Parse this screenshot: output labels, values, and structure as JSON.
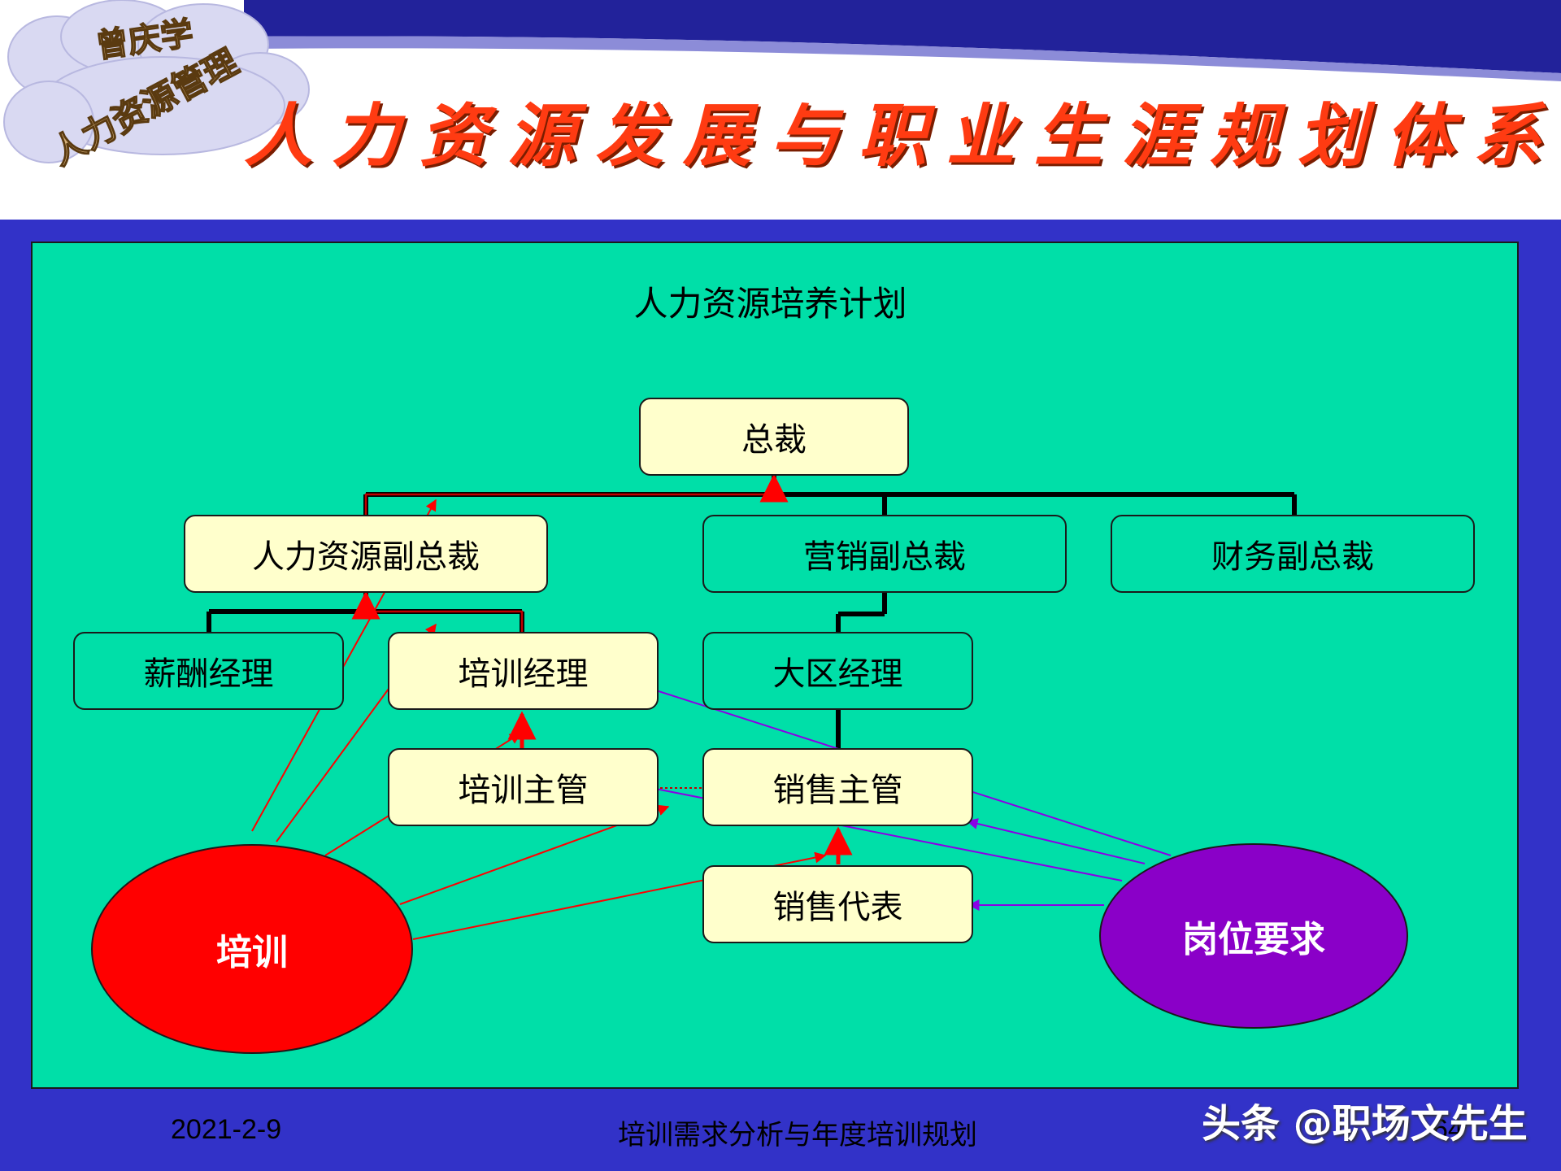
{
  "header": {
    "logo_text_line1": "曾庆学",
    "logo_text_line2": "人力资源管理",
    "title": "人力资源发展与职业生涯规划体系"
  },
  "panel": {
    "title": "人力资源培养计划"
  },
  "nodes": {
    "ceo": "总裁",
    "hr_vp": "人力资源副总裁",
    "marketing_vp": "营销副总裁",
    "finance_vp": "财务副总裁",
    "comp_manager": "薪酬经理",
    "training_manager": "培训经理",
    "regional_manager": "大区经理",
    "training_supervisor": "培训主管",
    "sales_supervisor": "销售主管",
    "sales_rep": "销售代表",
    "training": "培训",
    "job_requirements": "岗位要求"
  },
  "footer": {
    "date": "2021-2-9",
    "center": "培训需求分析与年度培训规划",
    "page": "64"
  },
  "watermark": "头条 @职场文先生",
  "colors": {
    "slide_background": "#3232c8",
    "panel": "#00dfa8",
    "box_cream": "#ffffcc",
    "title_red": "#ff3b12",
    "training_ellipse": "#ff0000",
    "requirement_ellipse": "#8a00c8",
    "arrow_red": "#ff0000",
    "arrow_purple": "#8a00e6"
  }
}
